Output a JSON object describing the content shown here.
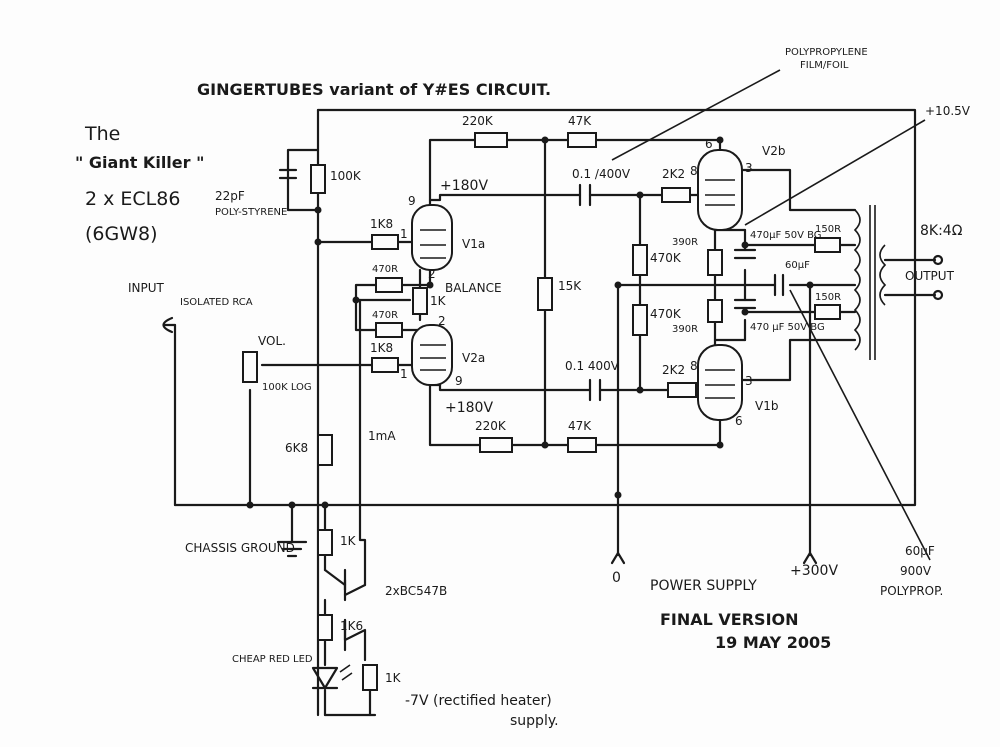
{
  "title": "GINGERTUBES variant of Y#ES CIRCUIT.",
  "name": {
    "line1": "The",
    "line2": "\" Giant Killer \"",
    "line3": "2 x ECL86",
    "line4": "(6GW8)"
  },
  "components": {
    "cap_22pf": "22pF",
    "cap_22pf_type": "POLY-STYRENE",
    "r_100k": "100K",
    "r_1k8_top": "1K8",
    "r_1k8_bot": "1K8",
    "r_470r_top": "470R",
    "r_470r_bot": "470R",
    "balance_pot": "1K",
    "balance_label": "BALANCE",
    "r_220k_top": "220K",
    "r_220k_bot": "220K",
    "r_47k_top": "47K",
    "r_47k_bot": "47K",
    "r_15k": "15K",
    "cap_top": "0.1 /400V",
    "cap_bot": "0.1 400V",
    "r_470k_top": "470K",
    "r_470k_bot": "470K",
    "r_2k2_top": "2K2",
    "r_2k2_bot": "2K2",
    "r_390r_top": "390R",
    "r_390r_bot": "390R",
    "cap_470uf_top": "470µF 50V BG",
    "cap_470uf_bot": "470 µF 50V BG",
    "cap_60uf": "60µF",
    "r_150r_top": "150R",
    "r_150r_bot": "150R",
    "r_6k8": "6K8",
    "r_1k_a": "1K",
    "r_1k6": "1K6",
    "r_1k_b": "1K",
    "transistors": "2xBC547B",
    "led": "CHEAP RED LED",
    "vol_pot": "VOL.",
    "vol_pot_value": "100K LOG",
    "input_label": "INPUT",
    "input_type": "ISOLATED RCA",
    "current": "1mA"
  },
  "tubes": {
    "v1a": "V1a",
    "v2a": "V2a",
    "v2b": "V2b",
    "v1b": "V1b"
  },
  "pins": {
    "v1a_plate": "9",
    "v1a_grid": "1",
    "v1a_cathode": "2",
    "v2a_cathode": "2",
    "v2a_grid": "1",
    "v2a_plate": "9",
    "v2b_top": "6",
    "v2b_grid": "8",
    "v2b_right": "3",
    "v1b_grid": "8",
    "v1b_right": "3",
    "v1b_bottom": "6"
  },
  "voltages": {
    "v_plate_top": "+180V",
    "v_plate_bot": "+180V",
    "v_105": "+10.5V"
  },
  "transformer": "8K:4Ω",
  "output_label": "OUTPUT",
  "ground_label": "CHASSIS GROUND",
  "supply": {
    "zero": "0",
    "label": "POWER SUPPLY",
    "hv": "+300V",
    "heater": "-7V (rectified heater)",
    "heater2": "supply."
  },
  "notes": {
    "polyprop_top": "POLYPROPYLENE",
    "polyprop_top2": "FILM/FOIL",
    "cap_60_a": "60µF",
    "cap_60_b": "900V",
    "cap_60_c": "POLYPROP."
  },
  "footer": {
    "version": "FINAL VERSION",
    "date": "19 MAY 2005"
  }
}
